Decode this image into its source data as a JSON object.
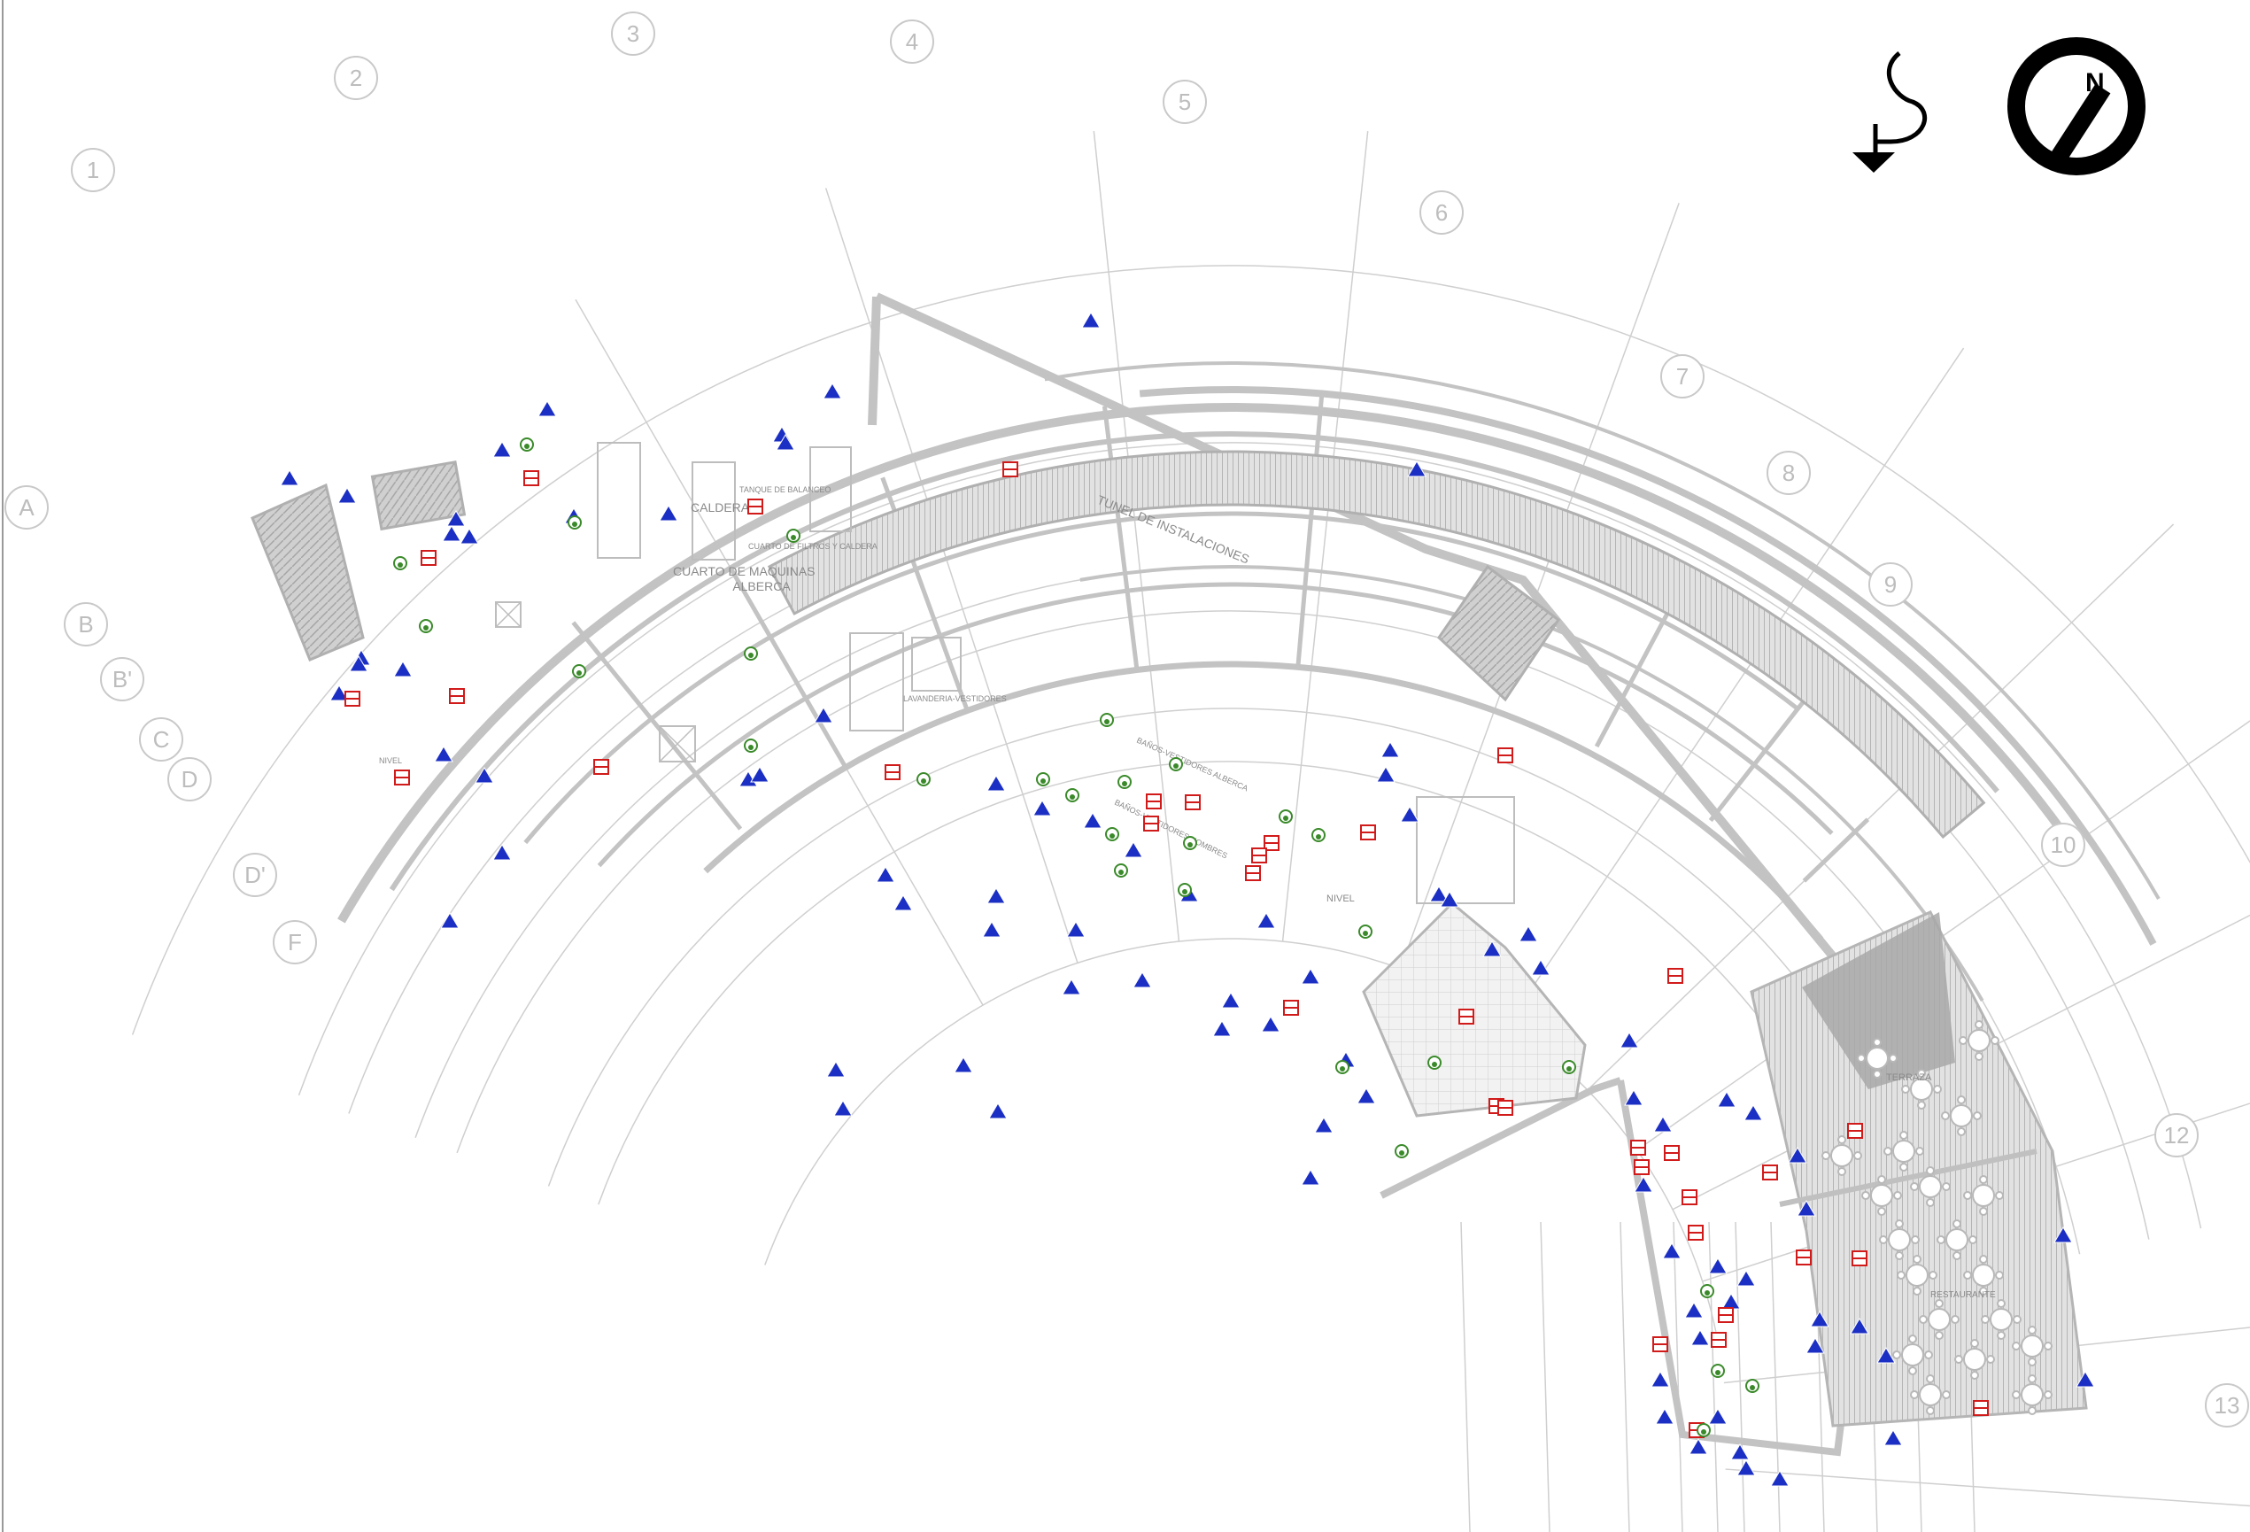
{
  "grid_axes": {
    "radial": [
      "1",
      "2",
      "3",
      "4",
      "5",
      "6",
      "7",
      "8",
      "9",
      "10",
      "12",
      "13"
    ],
    "rings": [
      "A",
      "B",
      "B'",
      "C",
      "D",
      "D'",
      "F"
    ]
  },
  "rooms": {
    "caldera": "CALDERA",
    "cuarto_maquinas_1": "CUARTO DE MAQUINAS",
    "cuarto_maquinas_2": "ALBERCA",
    "tunel": "TUNEL DE INSTALACIONES",
    "tanque": "TANQUE DE BALANCEO",
    "filtros": "CUARTO DE FILTROS Y CALDERA",
    "lavanderia": "LAVANDERIA-VESTIDORES",
    "banos_1": "BAÑOS-VESTIDORES ALBERCA",
    "banos_2": "BAÑOS-VESTIDORES HOMBRES",
    "nivel_1": "NIVEL",
    "nivel_2": "NIVEL",
    "terraza": "TERRAZA",
    "restaurante": "RESTAURANTE"
  },
  "symbols": {
    "compass_letter": "N",
    "legend": {
      "blue_triangle": "#1b2fc4",
      "red_square": "#d11a1a",
      "green_circle": "#3a8a2a"
    }
  },
  "colors": {
    "wall": "#c8c8c8",
    "line": "#bdbdbd",
    "grid": "#c9c9c9",
    "hatch": "#b0b0b0",
    "dark_block": "#a8a8a8"
  }
}
